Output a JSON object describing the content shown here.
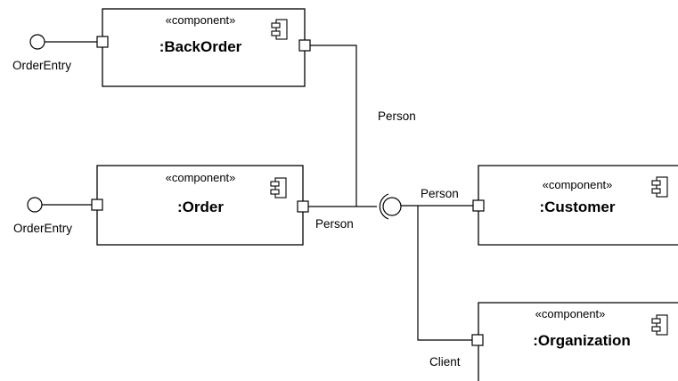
{
  "components": {
    "backorder": {
      "stereotype": "«component»",
      "name": ":BackOrder"
    },
    "order": {
      "stereotype": "«component»",
      "name": ":Order"
    },
    "customer": {
      "stereotype": "«component»",
      "name": ":Customer"
    },
    "organization": {
      "stereotype": "«component»",
      "name": ":Organization"
    }
  },
  "interfaces": {
    "backorder_provided": "OrderEntry",
    "order_provided": "OrderEntry"
  },
  "connector_labels": {
    "backorder_person": "Person",
    "order_person": "Person",
    "customer_person": "Person",
    "organization_client": "Client"
  },
  "icons": {
    "component": "component-icon"
  }
}
